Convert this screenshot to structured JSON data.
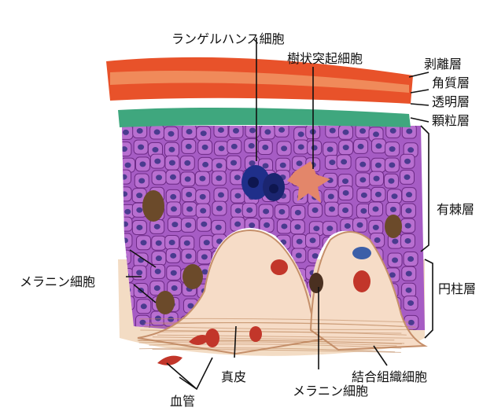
{
  "labels": {
    "langerhans": "ランゲルハンス細胞",
    "dendritic": "樹状突起細胞",
    "exfoliation": "剥離層",
    "stratum_corneum": "角質層",
    "stratum_lucidum": "透明層",
    "stratum_granulosum": "顆粒層",
    "stratum_spinosum": "有棘層",
    "stratum_basale": "円柱層",
    "melanocyte_left": "メラニン細胞",
    "dermis": "真皮",
    "connective_tissue_cell": "結合組織細胞",
    "melanocyte_bottom": "メラニン細胞",
    "blood_vessel": "血管"
  },
  "colors": {
    "corneum": "#e8522a",
    "corneum_light": "#f08a5a",
    "granular": "#3fa77e",
    "cell_fill": "#b86fd0",
    "cell_edge": "#6d2a86",
    "nucleus": "#4a3b8f",
    "langerhans": "#1f2f8a",
    "dendritic": "#e3866a",
    "dermis": "#f3d9c0",
    "dermis_line": "#c08a60",
    "melanin": "#6b4a2a",
    "vessel": "#c2362a"
  }
}
